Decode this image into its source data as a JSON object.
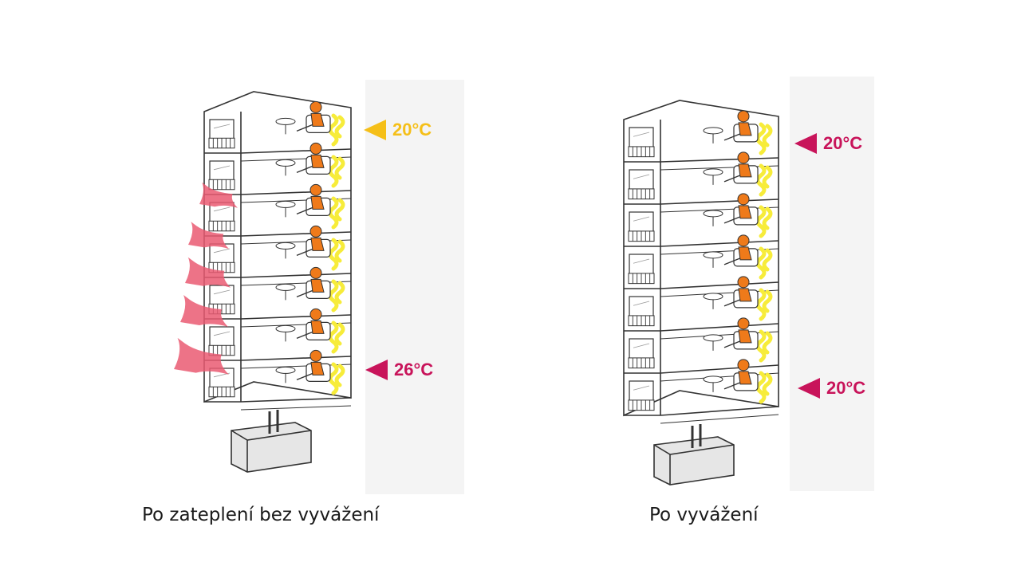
{
  "colors": {
    "yellow": "#f5bf18",
    "magenta": "#c8145a",
    "heat_loss": "#ea5a72",
    "orange_figure": "#ef7a1a",
    "light_yellow": "#f7ec3a",
    "line": "#333333",
    "backdrop": "#f4f4f4"
  },
  "left": {
    "caption": "Po zateplení bez vyvážení",
    "top_temp": "20°C",
    "bottom_temp": "26°C",
    "top_temp_color": "yellow",
    "bottom_temp_color": "magenta",
    "heat_loss": true
  },
  "right": {
    "caption": "Po vyvážení",
    "top_temp": "20°C",
    "bottom_temp": "20°C",
    "top_temp_color": "magenta",
    "bottom_temp_color": "magenta",
    "heat_loss": false
  },
  "icons": [
    "building-icon",
    "radiator-icon",
    "person-icon",
    "heat-loss-arrow-icon",
    "boiler-icon"
  ]
}
